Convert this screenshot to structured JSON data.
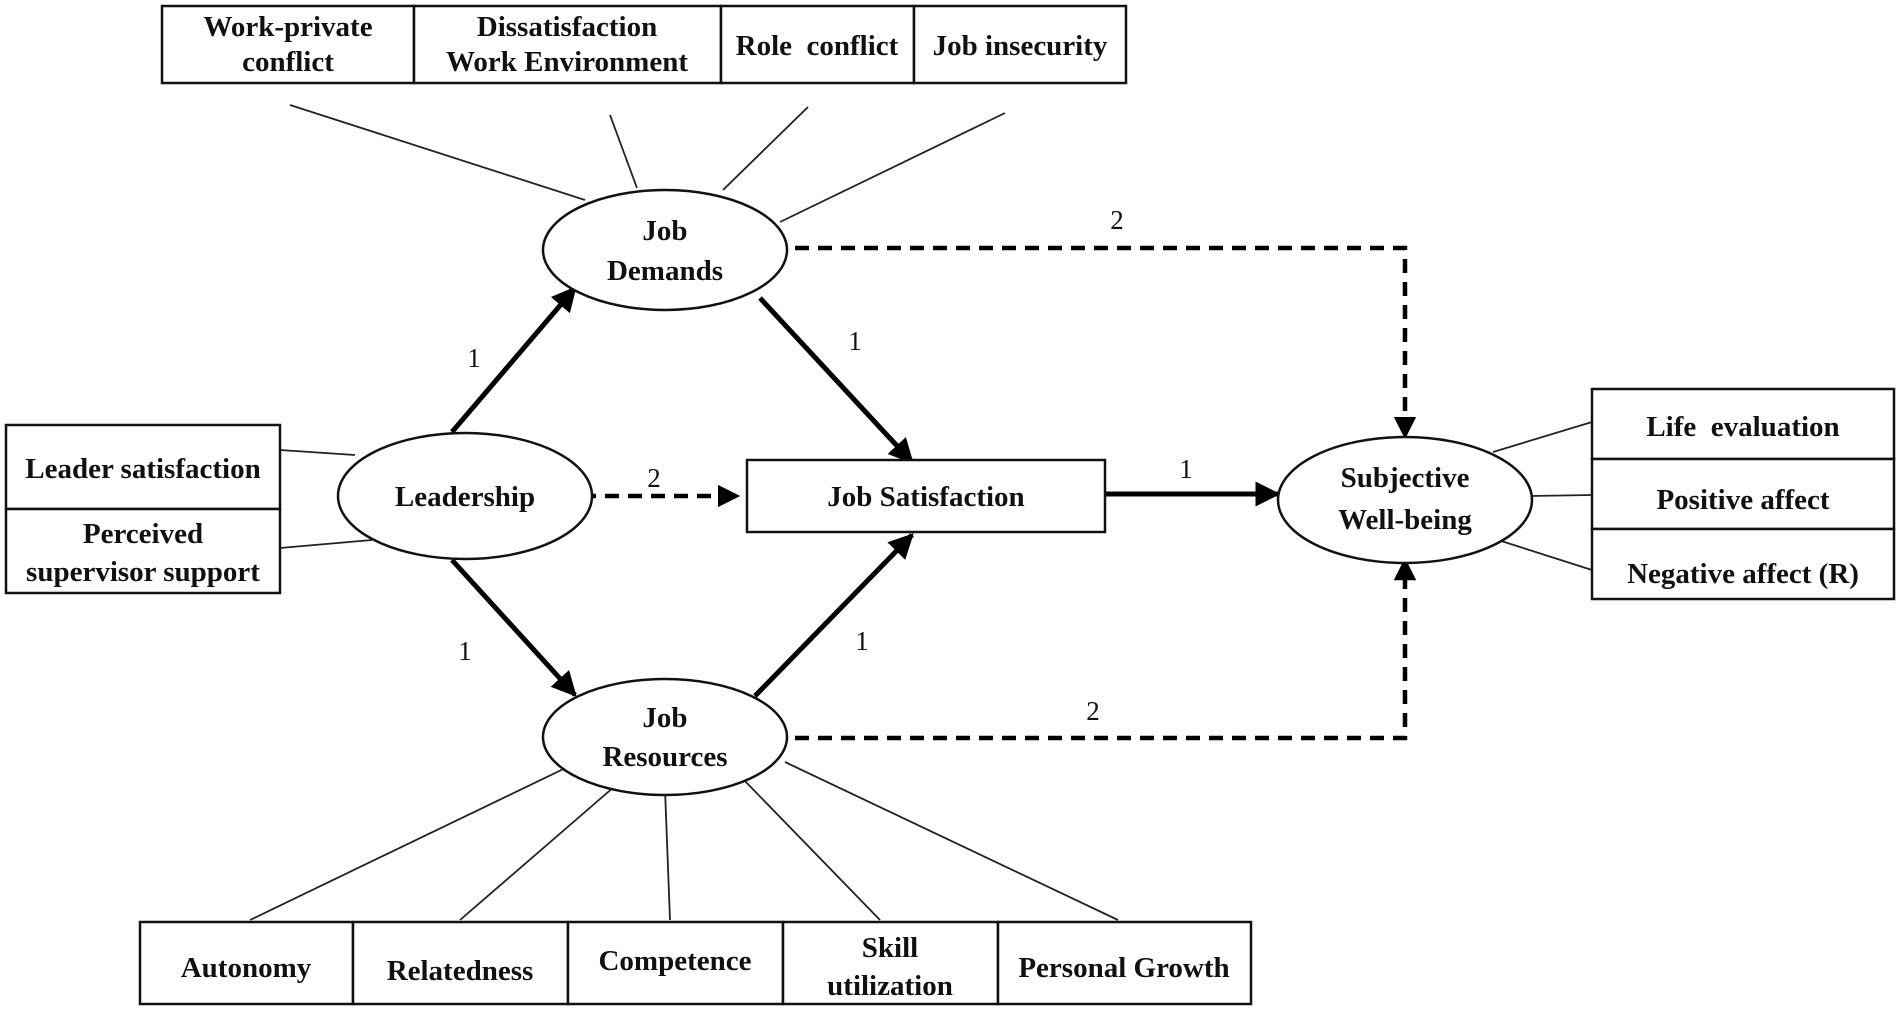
{
  "constructs": {
    "job_demands": [
      "Job",
      "Demands"
    ],
    "job_resources": [
      "Job",
      "Resources"
    ],
    "leadership": "Leadership",
    "job_satisfaction": "Job Satisfaction",
    "subjective_wellbeing": [
      "Subjective",
      "Well-being"
    ]
  },
  "demand_indicators": [
    [
      "Work-private",
      "conflict"
    ],
    [
      "Dissatisfaction",
      "Work Environment"
    ],
    [
      "Role  conflict"
    ],
    [
      "Job insecurity"
    ]
  ],
  "leadership_indicators": [
    [
      "Leader satisfaction"
    ],
    [
      "Perceived",
      "supervisor support"
    ]
  ],
  "wellbeing_indicators": [
    [
      "Life  evaluation"
    ],
    [
      "Positive affect"
    ],
    [
      "Negative affect (R)"
    ]
  ],
  "resource_indicators": [
    [
      "Autonomy"
    ],
    [
      "Relatedness"
    ],
    [
      "Competence"
    ],
    [
      "Skill",
      "utilization"
    ],
    [
      "Personal Growth"
    ]
  ],
  "path_labels": {
    "leadership_to_demands": "1",
    "leadership_to_resources": "1",
    "leadership_to_satisfaction": "2",
    "demands_to_satisfaction": "1",
    "resources_to_satisfaction": "1",
    "satisfaction_to_wellbeing": "1",
    "demands_to_wellbeing": "2",
    "resources_to_wellbeing": "2"
  }
}
